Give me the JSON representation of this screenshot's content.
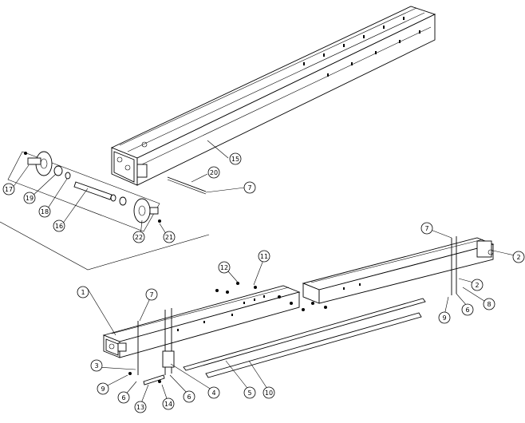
{
  "diagram": {
    "callouts": [
      {
        "id": "c15",
        "label": "15"
      },
      {
        "id": "c20",
        "label": "20"
      },
      {
        "id": "c7a",
        "label": "7"
      },
      {
        "id": "c17",
        "label": "17"
      },
      {
        "id": "c19",
        "label": "19"
      },
      {
        "id": "c18",
        "label": "18"
      },
      {
        "id": "c16",
        "label": "16"
      },
      {
        "id": "c22",
        "label": "22"
      },
      {
        "id": "c21",
        "label": "21"
      },
      {
        "id": "c1",
        "label": "1"
      },
      {
        "id": "c12",
        "label": "12"
      },
      {
        "id": "c11",
        "label": "11"
      },
      {
        "id": "c7b",
        "label": "7"
      },
      {
        "id": "c2a",
        "label": "2"
      },
      {
        "id": "c2b",
        "label": "2"
      },
      {
        "id": "c8",
        "label": "8"
      },
      {
        "id": "c6a",
        "label": "6"
      },
      {
        "id": "c9a",
        "label": "9"
      },
      {
        "id": "c7c",
        "label": "7"
      },
      {
        "id": "c3",
        "label": "3"
      },
      {
        "id": "c9b",
        "label": "9"
      },
      {
        "id": "c6b",
        "label": "6"
      },
      {
        "id": "c13",
        "label": "13"
      },
      {
        "id": "c14",
        "label": "14"
      },
      {
        "id": "c6c",
        "label": "6"
      },
      {
        "id": "c4",
        "label": "4"
      },
      {
        "id": "c5",
        "label": "5"
      },
      {
        "id": "c10",
        "label": "10"
      }
    ]
  }
}
